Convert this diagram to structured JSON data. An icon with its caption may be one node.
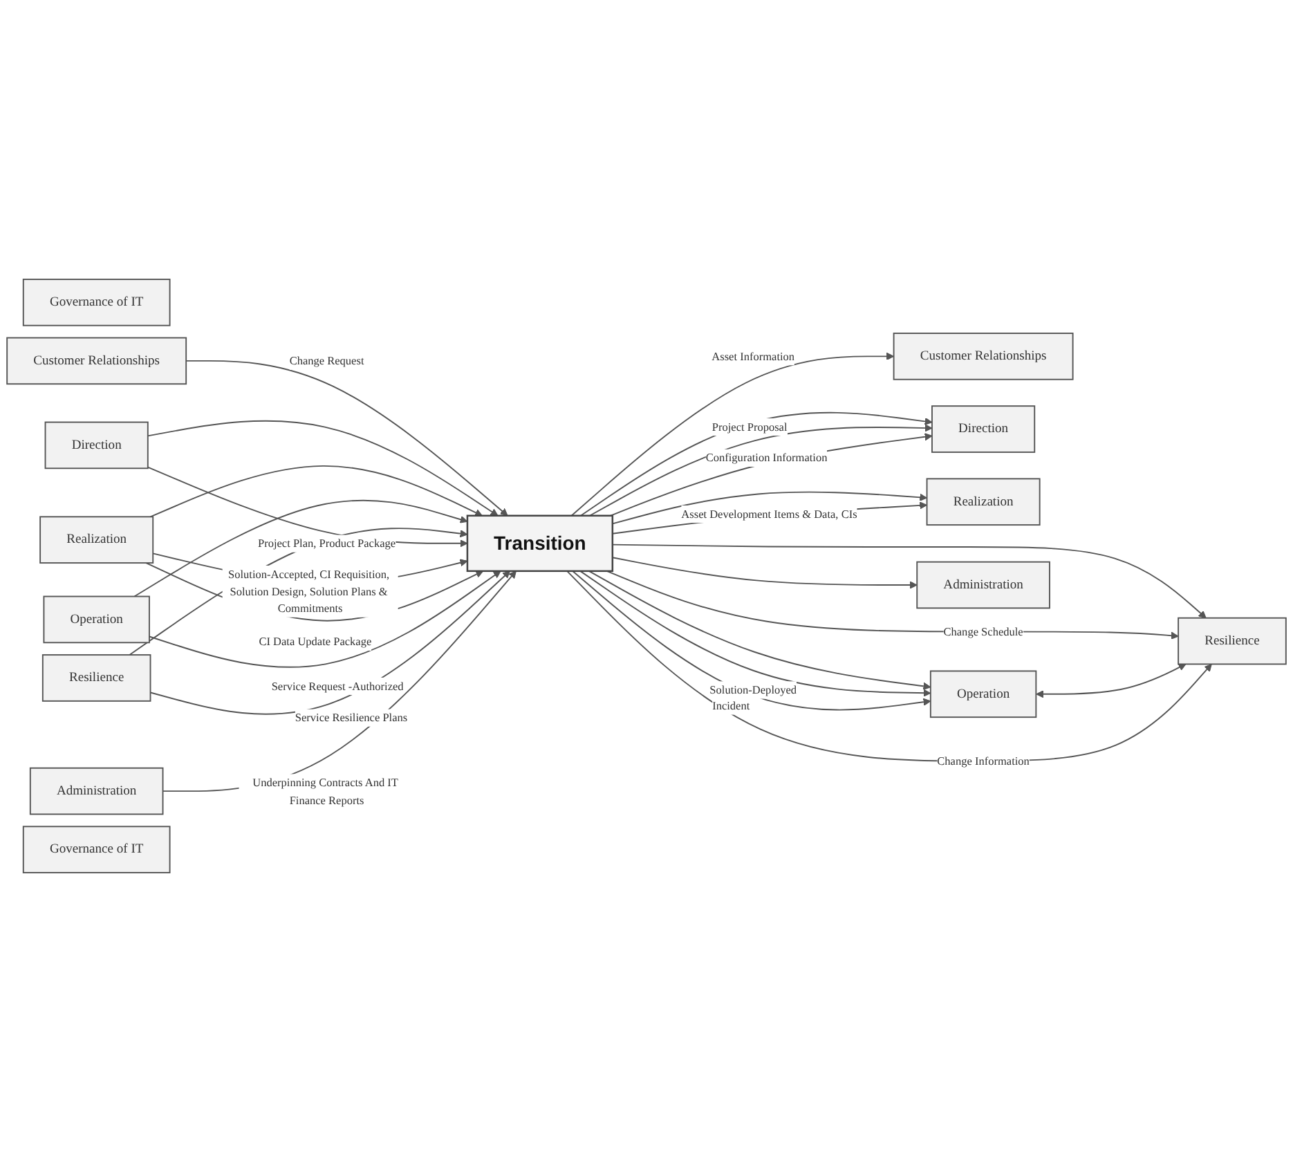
{
  "diagram": {
    "nodes": [
      {
        "text": [
          "Governance of IT"
        ]
      },
      {
        "text": [
          "Customer Relationships"
        ]
      },
      {
        "text": [
          "Direction"
        ]
      },
      {
        "text": [
          "Realization"
        ]
      },
      {
        "text": [
          "Operation"
        ]
      },
      {
        "text": [
          "Resilience"
        ]
      },
      {
        "text": [
          "Administration"
        ]
      },
      {
        "text": [
          "Transition"
        ]
      },
      {
        "text": [
          "Governance of IT"
        ]
      },
      {
        "text": [
          "Customer Relationships"
        ]
      },
      {
        "text": [
          "Direction"
        ]
      },
      {
        "text": [
          "Realization"
        ]
      },
      {
        "text": [
          "Operation"
        ]
      },
      {
        "text": [
          "Resilience"
        ]
      },
      {
        "text": [
          "Administration"
        ]
      }
    ],
    "edges": [
      {
        "from": 1,
        "to": 7,
        "arrow": "to",
        "label": "Change Request"
      },
      {
        "from": 2,
        "to": 7,
        "arrow": "to"
      },
      {
        "from": 3,
        "to": 7,
        "arrow": "to"
      },
      {
        "from": 4,
        "to": 7,
        "arrow": "to"
      },
      {
        "from": 5,
        "to": 7,
        "arrow": "to"
      },
      {
        "from": 2,
        "to": 7,
        "arrow": "to",
        "label": "Project Plan, Product Package"
      },
      {
        "from": 3,
        "to": 7,
        "arrow": "to",
        "label": "Solution-Accepted, CI Requisition, Solution Design, Solution Plans & Commitments"
      },
      {
        "from": 3,
        "to": 7,
        "arrow": "to",
        "label": "CI Data Update Package"
      },
      {
        "from": 4,
        "to": 7,
        "arrow": "to",
        "label": "Service Request -Authorized"
      },
      {
        "from": 5,
        "to": 7,
        "arrow": "to",
        "label": "Service Resilience Plans"
      },
      {
        "from": 6,
        "to": 7,
        "arrow": "to",
        "label": "Underpinning Contracts And IT Finance Reports"
      },
      {
        "from": 7,
        "to": 9,
        "arrow": "to",
        "label": "Asset Information"
      },
      {
        "from": 7,
        "to": 10,
        "arrow": "to"
      },
      {
        "from": 7,
        "to": 11,
        "arrow": "to"
      },
      {
        "from": 7,
        "to": 12,
        "arrow": "to"
      },
      {
        "from": 7,
        "to": 13,
        "arrow": "to"
      },
      {
        "from": 7,
        "to": 14,
        "arrow": "to"
      },
      {
        "from": 7,
        "to": 10,
        "arrow": "to",
        "label": "Project Proposal"
      },
      {
        "from": 7,
        "to": 11,
        "arrow": "to",
        "label": "Asset Development Items & Data, CIs"
      },
      {
        "from": 7,
        "to": 12,
        "arrow": "to",
        "label": "Solution-Deployed"
      },
      {
        "from": 7,
        "to": 12,
        "arrow": "to",
        "label": "Incident"
      },
      {
        "from": 7,
        "to": 13,
        "arrow": "to",
        "label": "Change Schedule"
      },
      {
        "from": 12,
        "to": 13,
        "arrow": "both"
      },
      {
        "from": 7,
        "to": 10,
        "arrow": "to",
        "label": "Configuration Information"
      },
      {
        "from": 7,
        "to": 13,
        "arrow": "to",
        "label": "Change Information"
      }
    ]
  }
}
